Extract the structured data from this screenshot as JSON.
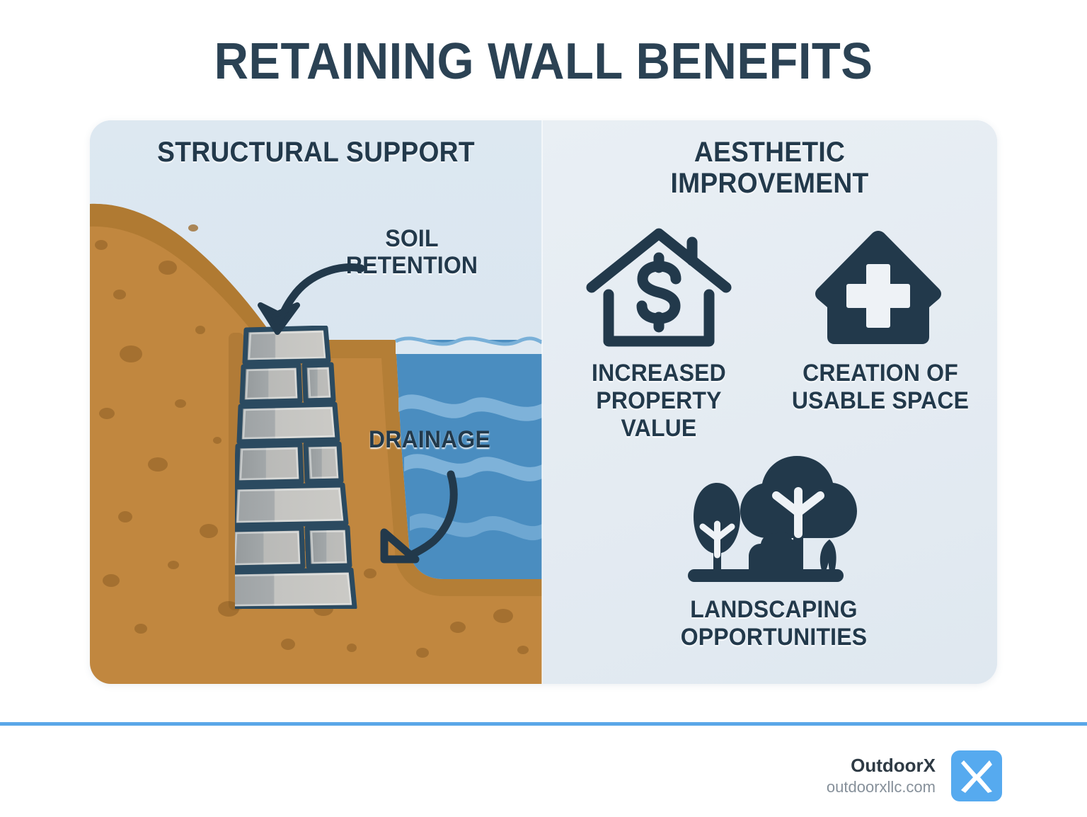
{
  "title": "RETAINING WALL BENEFITS",
  "colors": {
    "title": "#2b4254",
    "ink": "#22394b",
    "soil": "#c1873f",
    "soil_dark": "#a9762f",
    "soil_speck": "#9c6a2c",
    "water": "#4a8dc0",
    "water_wave": "#87b9dd",
    "block_light": "#c8c8c6",
    "block_dark": "#9ea3a5",
    "block_outline": "#2b4a60",
    "panel_left_bg": "#dde8f1",
    "panel_right_bg": "#e9eff4",
    "rule": "#5aa7e8",
    "logo_bg": "#56aaef"
  },
  "panels": {
    "left": {
      "heading": "STRUCTURAL SUPPORT",
      "labels": [
        {
          "name": "soil-retention",
          "text": "SOIL\nRETENTION"
        },
        {
          "name": "drainage",
          "text": "DRAINAGE"
        }
      ],
      "soil_retention_label": "SOIL RETENTION",
      "soil_retention_line1": "SOIL",
      "soil_retention_line2": "RETENTION",
      "drainage_label": "DRAINAGE"
    },
    "right": {
      "heading_line1": "AESTHETIC",
      "heading_line2": "IMPROVEMENT",
      "heading": "AESTHETIC IMPROVEMENT",
      "items": [
        {
          "icon": "house-dollar-icon",
          "caption": "INCREASED PROPERTY VALUE",
          "line1": "INCREASED",
          "line2": "PROPERTY",
          "line3": "VALUE"
        },
        {
          "icon": "house-plus-icon",
          "caption": "CREATION OF USABLE SPACE",
          "line1": "CREATION OF",
          "line2": "USABLE SPACE"
        },
        {
          "icon": "trees-landscaping-icon",
          "caption": "LANDSCAPING OPPORTUNITIES",
          "line1": "LANDSCAPING",
          "line2": "OPPORTUNITIES"
        }
      ]
    }
  },
  "footer": {
    "brand": "OutdoorX",
    "site": "outdoorxllc.com",
    "logo_letter": "X"
  }
}
